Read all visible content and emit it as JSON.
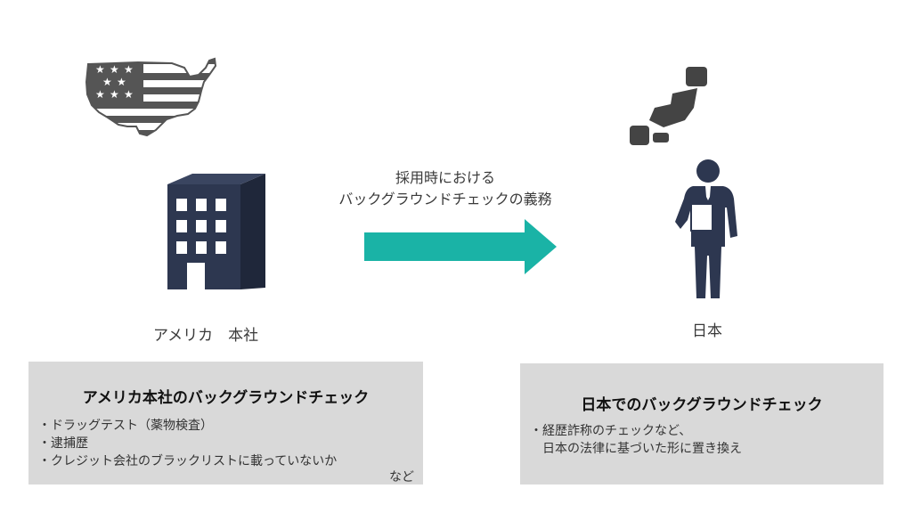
{
  "usa_map": {
    "icon": "usa-flag-map-icon"
  },
  "japan_map": {
    "icon": "japan-map-icon"
  },
  "building": {
    "icon": "office-building-icon"
  },
  "person": {
    "icon": "businessman-icon"
  },
  "arrow": {
    "line1": "採用時における",
    "line2": "バックグラウンドチェックの義務",
    "color": "#1ab3a6"
  },
  "hq_label": "アメリカ　本社",
  "japan_label": "日本",
  "left_box": {
    "title": "アメリカ本社のバックグラウンドチェック",
    "items": [
      "・ドラッグテスト（薬物検査）",
      "・逮捕歴",
      "・クレジット会社のブラックリストに載っていないか"
    ],
    "suffix": "など"
  },
  "right_box": {
    "title": "日本でのバックグラウンドチェック",
    "line1": "・経歴詐称のチェックなど、",
    "line2": "日本の法律に基づいた形に置き換え"
  },
  "colors": {
    "navy": "#2d3750",
    "teal": "#1ab3a6",
    "box_bg": "#d9d9d9",
    "dark_gray": "#444444"
  }
}
